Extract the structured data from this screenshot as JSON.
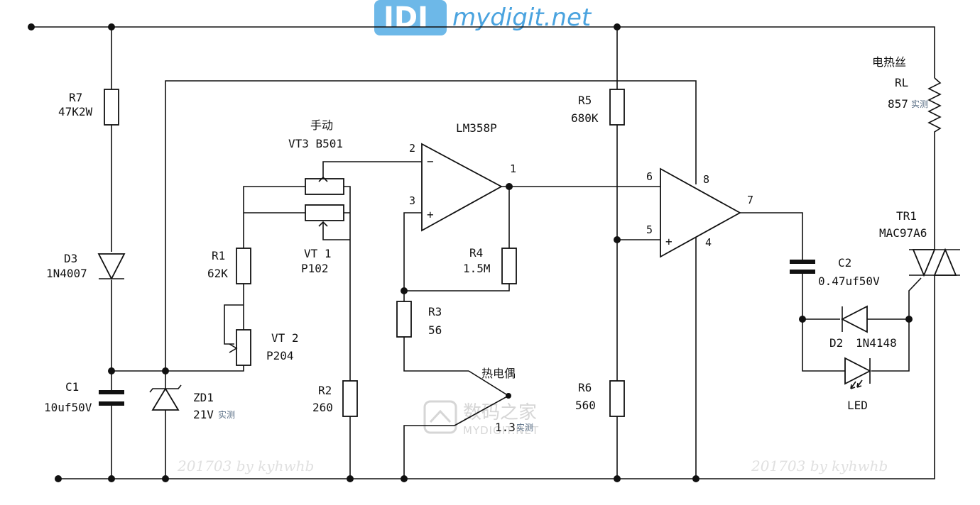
{
  "watermark": {
    "brand": "mydigit.net",
    "logo_text": "IDI",
    "center_cn": "数码之家",
    "center_en": "MYDIGIT.NET",
    "signature_left": "201703 by kyhwhb",
    "signature_right": "201703 by kyhwhb"
  },
  "components": {
    "r7": {
      "name": "R7",
      "value": "47K2W"
    },
    "d3": {
      "name": "D3",
      "value": "1N4007"
    },
    "c1": {
      "name": "C1",
      "value": "10uf50V"
    },
    "zd1": {
      "name": "ZD1",
      "value": "21V",
      "note": "实测"
    },
    "r1": {
      "name": "R1",
      "value": "62K"
    },
    "vt2": {
      "name": "VT 2",
      "value": "P204"
    },
    "vt3": {
      "note": "手动",
      "name": "VT3 B501"
    },
    "vt1": {
      "name": "VT 1",
      "value": "P102"
    },
    "r2": {
      "name": "R2",
      "value": "260"
    },
    "u1": {
      "name": "LM358P"
    },
    "r4": {
      "name": "R4",
      "value": "1.5M"
    },
    "r3": {
      "name": "R3",
      "value": "56"
    },
    "tc": {
      "name": "热电偶",
      "value": "1.3",
      "note": "实测"
    },
    "r5": {
      "name": "R5",
      "value": "680K"
    },
    "r6": {
      "name": "R6",
      "value": "560"
    },
    "c2": {
      "name": "C2",
      "value": "0.47uf50V"
    },
    "d2": {
      "name": "D2",
      "value": "1N4148"
    },
    "led": {
      "name": "LED"
    },
    "tr1": {
      "name": "TR1",
      "value": "MAC97A6"
    },
    "rl": {
      "name": "电热丝",
      "value": "RL",
      "measure": "857",
      "note": "实测"
    }
  },
  "pins": {
    "u1_inv": "2",
    "u1_noninv": "3",
    "u1_out": "1",
    "u2_inv": "6",
    "u2_noninv": "5",
    "u2_out": "7",
    "u2_vcc": "8",
    "u2_gnd": "4",
    "minus": "−",
    "plus": "+"
  }
}
